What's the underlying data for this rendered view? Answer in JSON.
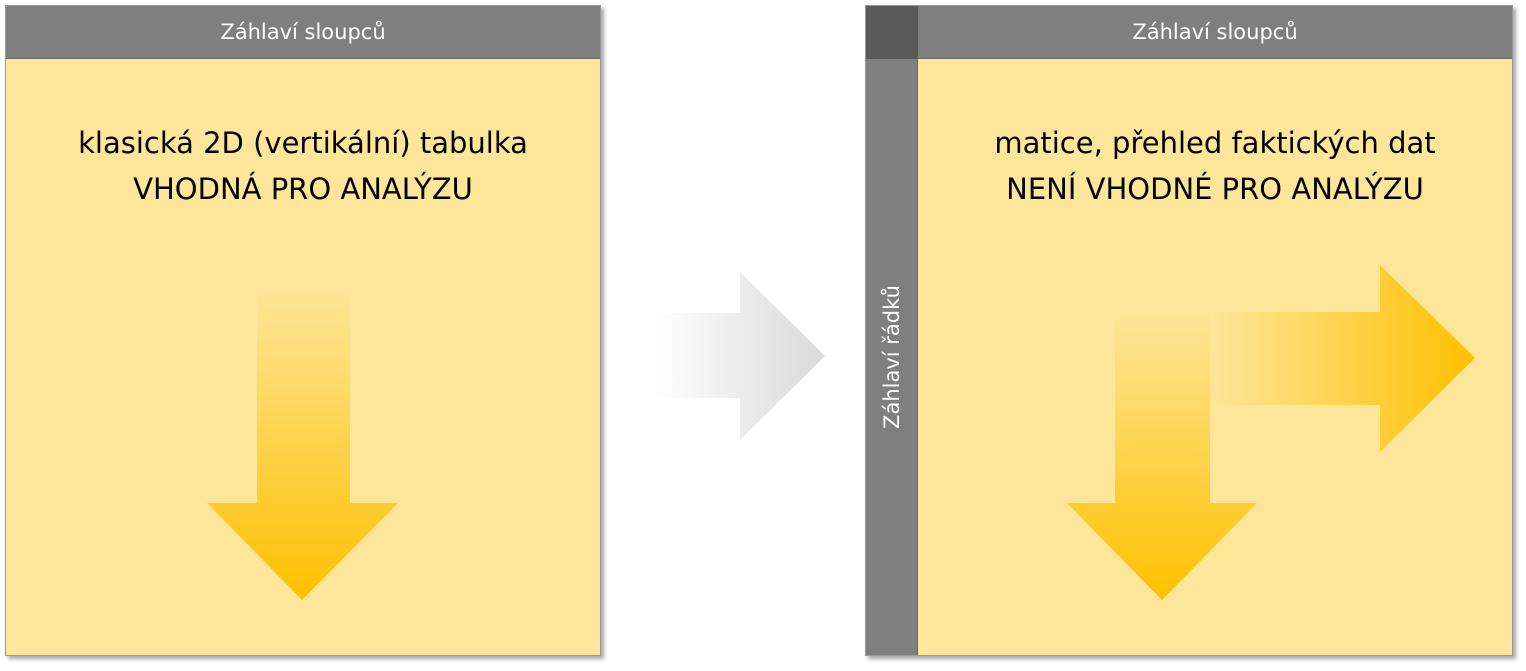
{
  "left_table": {
    "column_header": "Záhlaví sloupců",
    "caption_line1": "klasická 2D (vertikální) tabulka",
    "caption_line2": "VHODNÁ PRO ANALÝZU"
  },
  "transition": {
    "icon": "right-arrow-icon"
  },
  "right_table": {
    "column_header": "Záhlaví sloupců",
    "row_header": "Záhlaví řádků",
    "caption_line1": "matice, přehled faktických dat",
    "caption_line2": "NENÍ VHODNÉ PRO ANALÝZU"
  },
  "colors": {
    "panel_fill": "#fde699",
    "header_fill": "#7f7f7f",
    "corner_fill": "#595959",
    "arrow_gold": "#ffc000",
    "arrow_grey": "#d9d9d9"
  }
}
